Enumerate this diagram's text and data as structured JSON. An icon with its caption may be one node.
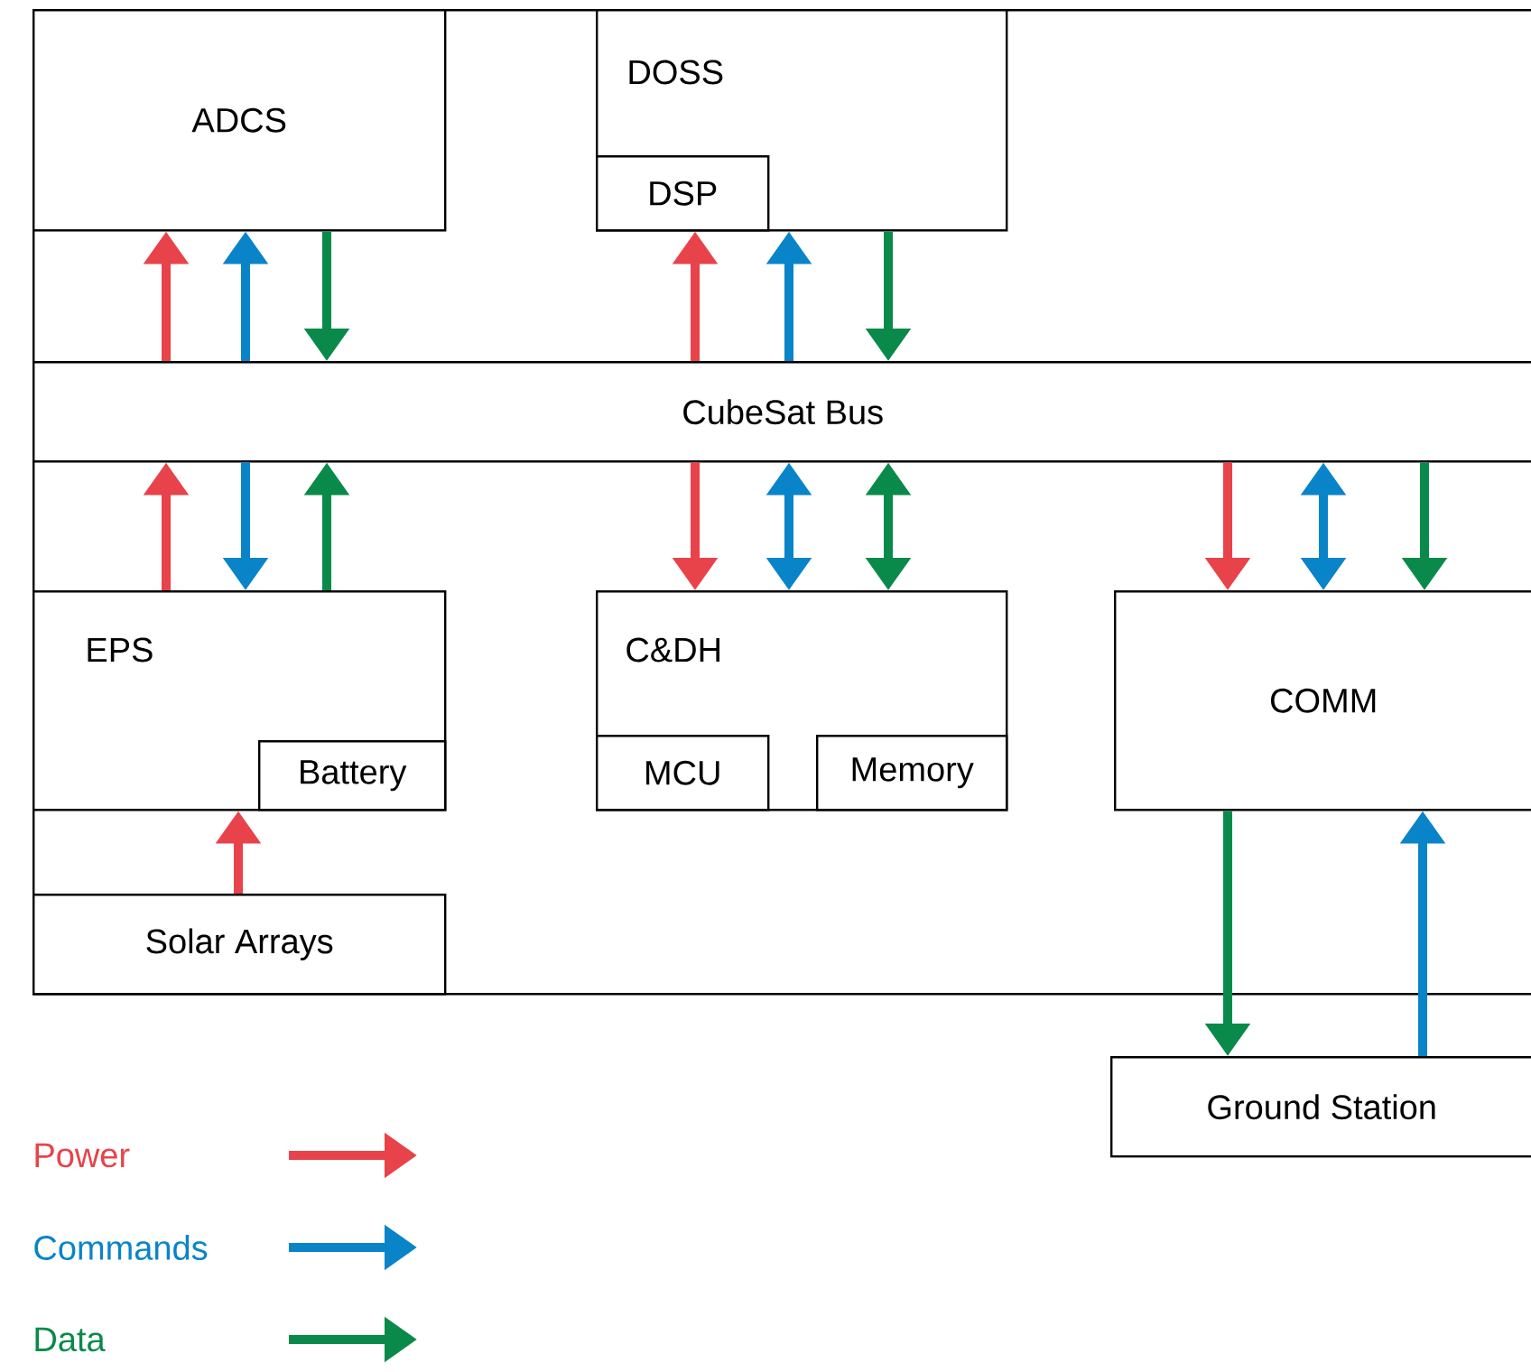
{
  "diagram": {
    "nodes": [
      {
        "text": [],
        "shape": "box"
      },
      {
        "text": [
          "ADCS"
        ],
        "in": 0
      },
      {
        "text": [
          "DOSS"
        ],
        "in": 0
      },
      {
        "text": [
          "DSP"
        ],
        "in": 2
      },
      {
        "text": [
          "CubeSat Bus"
        ],
        "in": 0
      },
      {
        "text": [
          "EPS"
        ],
        "in": 0
      },
      {
        "text": [
          "Battery"
        ],
        "in": 5
      },
      {
        "text": [
          "C&DH"
        ],
        "in": 0
      },
      {
        "text": [
          "MCU"
        ],
        "in": 7
      },
      {
        "text": [
          "Memory"
        ],
        "in": 7
      },
      {
        "text": [
          "COMM"
        ],
        "in": 0
      },
      {
        "text": [
          "Solar Arrays"
        ],
        "in": 0
      },
      {
        "text": [
          "Ground Station"
        ]
      }
    ],
    "edges": [
      {
        "from": 4,
        "to": 1,
        "arrow": "to",
        "color": "#e8434a"
      },
      {
        "from": 4,
        "to": 1,
        "arrow": "to",
        "color": "#0a84c8"
      },
      {
        "from": 1,
        "to": 4,
        "arrow": "to",
        "color": "#0a8a4a"
      },
      {
        "from": 4,
        "to": 2,
        "arrow": "to",
        "color": "#e8434a"
      },
      {
        "from": 4,
        "to": 2,
        "arrow": "to",
        "color": "#0a84c8"
      },
      {
        "from": 2,
        "to": 4,
        "arrow": "to",
        "color": "#0a8a4a"
      },
      {
        "from": 5,
        "to": 4,
        "arrow": "to",
        "color": "#e8434a"
      },
      {
        "from": 4,
        "to": 5,
        "arrow": "to",
        "color": "#0a84c8"
      },
      {
        "from": 5,
        "to": 4,
        "arrow": "to",
        "color": "#0a8a4a"
      },
      {
        "from": 4,
        "to": 7,
        "arrow": "to",
        "color": "#e8434a"
      },
      {
        "from": 4,
        "to": 7,
        "arrow": "both",
        "color": "#0a84c8"
      },
      {
        "from": 4,
        "to": 7,
        "arrow": "both",
        "color": "#0a8a4a"
      },
      {
        "from": 4,
        "to": 10,
        "arrow": "to",
        "color": "#e8434a"
      },
      {
        "from": 4,
        "to": 10,
        "arrow": "both",
        "color": "#0a84c8"
      },
      {
        "from": 4,
        "to": 10,
        "arrow": "to",
        "color": "#0a8a4a"
      },
      {
        "from": 11,
        "to": 5,
        "arrow": "to",
        "color": "#e8434a"
      },
      {
        "from": 10,
        "to": 12,
        "arrow": "to",
        "color": "#0a8a4a"
      },
      {
        "from": 12,
        "to": 10,
        "arrow": "to",
        "color": "#0a84c8"
      }
    ],
    "legend": [
      {
        "text": "Power"
      },
      {
        "text": "Commands"
      },
      {
        "text": "Data"
      }
    ]
  }
}
